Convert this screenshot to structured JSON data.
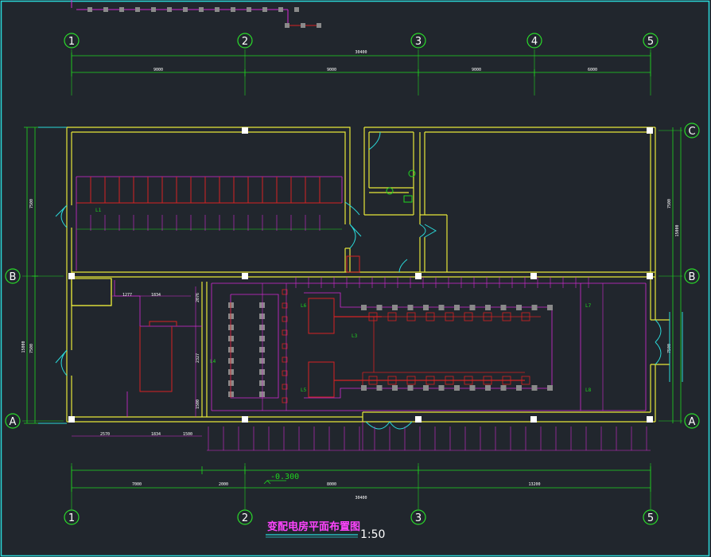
{
  "drawing": {
    "title": "变配电房平面布置图",
    "scale": "1:50",
    "level": "-0.300"
  },
  "axes": {
    "top": [
      "1",
      "2",
      "3",
      "4",
      "5"
    ],
    "bottom": [
      "1",
      "2",
      "3",
      "5"
    ],
    "left": [
      "B",
      "A"
    ],
    "right": [
      "C",
      "B",
      "A"
    ]
  },
  "dimensions": {
    "top_total": "30400",
    "top_spans": [
      "9000",
      "9000",
      "9000",
      "6000"
    ],
    "bottom_total": "30400",
    "bottom_spans": [
      "7000",
      "2000",
      "8000",
      "13200"
    ],
    "left_total": "15000",
    "left_spans": [
      "7500",
      "7500"
    ],
    "right_total": "15000",
    "right_spans": [
      "7500",
      "7500"
    ]
  },
  "colors": {
    "background": "#21262d",
    "frame": "#2ad8d8",
    "wall": "#e8e83a",
    "dimension": "#1fd61f",
    "equipment": "#d42ad4",
    "cabinet": "#d62222",
    "bubble": "#2adb2a",
    "node": "#8a8a8a",
    "column": "#ffffff",
    "title": "#ff44ff",
    "scale": "#ffffff"
  }
}
